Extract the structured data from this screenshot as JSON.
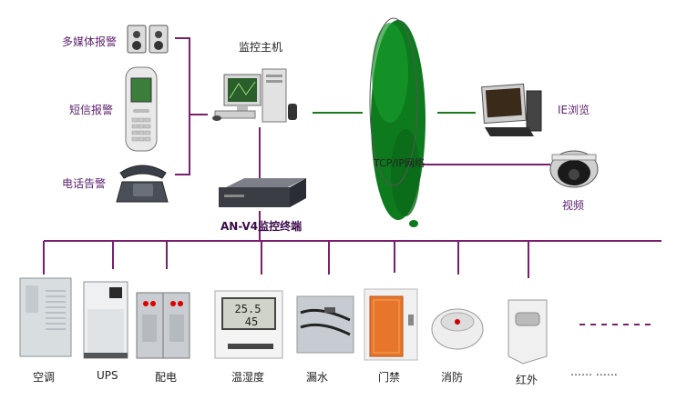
{
  "colors": {
    "bus": "#7a1f6e",
    "network_link": "#1a7a1a",
    "cloud": "#0e7a1e",
    "terminal_label": "#3a0a4a"
  },
  "alarms": {
    "multimedia": "多媒体报警",
    "sms": "短信报警",
    "phone": "电话告警"
  },
  "host": {
    "label": "监控主机"
  },
  "terminal": {
    "label": "AN-V4监控终端"
  },
  "network": {
    "label": "TCP/IP网络"
  },
  "clients": {
    "ie": "IE浏览",
    "video": "视频"
  },
  "devices": [
    {
      "label": "空调",
      "icon": "air-conditioner-icon"
    },
    {
      "label": "UPS",
      "icon": "ups-icon"
    },
    {
      "label": "配电",
      "icon": "power-distribution-icon"
    },
    {
      "label": "温湿度",
      "icon": "thermohygrometer-icon"
    },
    {
      "label": "漏水",
      "icon": "water-leak-sensor-icon"
    },
    {
      "label": "门禁",
      "icon": "access-door-icon"
    },
    {
      "label": "消防",
      "icon": "smoke-detector-icon"
    },
    {
      "label": "红外",
      "icon": "infrared-sensor-icon"
    },
    {
      "label": "…… ……",
      "icon": ""
    }
  ]
}
